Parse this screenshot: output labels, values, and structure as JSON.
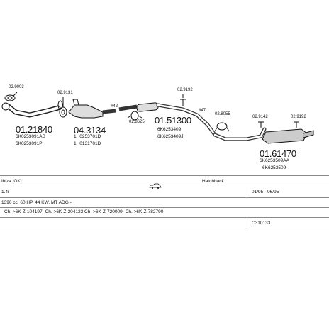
{
  "parts": {
    "p1_code": "01.21840",
    "p1_oem": "6K0253091AB",
    "p1_oem2": "6K0253091P",
    "p1_fit": "02.9003",
    "p2_fit": "02.9131",
    "p3_code": "04.3134",
    "p3_oem": "1H0253701D",
    "p3_oem2": "1H0131701D",
    "p3_size": "#42",
    "p4_fit": "02.8625",
    "p5_code": "01.51300",
    "p5_oem": "6K6253409",
    "p5_oem2": "6K6253409J",
    "p5_fit": "02.9192",
    "p5_size": "#47",
    "p6_fit": "02.8055",
    "p7_fit": "02.9142",
    "p8_fit": "02.9192",
    "p9_code": "01.61470",
    "p9_oem": "6K6253509AA",
    "p9_oem2": "6K6253509"
  },
  "table": {
    "model": "Ibiza  [GK]",
    "body": "Hatchback",
    "engine": "1.4i",
    "years": "01/95 - 06/95",
    "engine_desc": "1390 cc, 60 HP, 44 KW, MT ADG -",
    "chassis": "- Ch. >6K-Z-104197- Ch. >6K-Z-204123 Ch. >6K-Z-720009- Ch. >6K-Z-782790",
    "ref": "C310133"
  }
}
